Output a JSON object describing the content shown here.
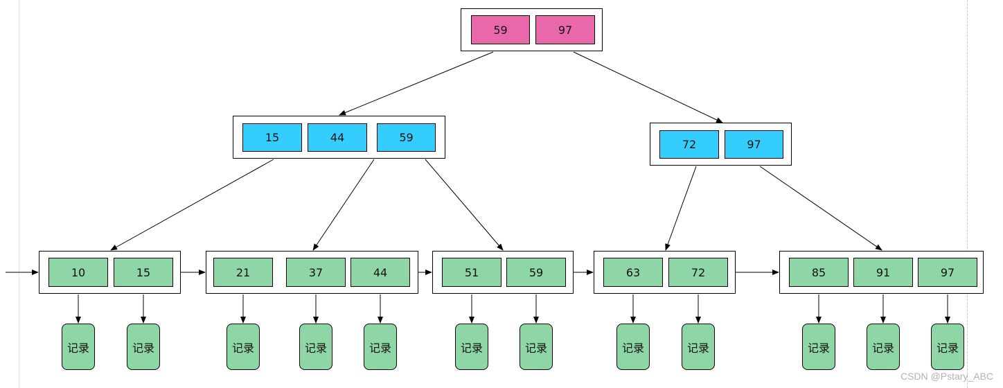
{
  "tree": {
    "root": {
      "keys": [
        "59",
        "97"
      ]
    },
    "internal": [
      {
        "keys": [
          "15",
          "44",
          "59"
        ]
      },
      {
        "keys": [
          "72",
          "97"
        ]
      }
    ],
    "leaves": [
      {
        "keys": [
          "10",
          "15"
        ]
      },
      {
        "keys": [
          "21",
          "37",
          "44"
        ]
      },
      {
        "keys": [
          "51",
          "59"
        ]
      },
      {
        "keys": [
          "63",
          "72"
        ]
      },
      {
        "keys": [
          "85",
          "91",
          "97"
        ]
      }
    ]
  },
  "record_label": "记录",
  "watermark": "CSDN @Pstary_ABC",
  "colors": {
    "root_key": "#e868aa",
    "internal_key": "#35cdfc",
    "leaf_key": "#8ed6a5",
    "record": "#8ed6a5"
  }
}
